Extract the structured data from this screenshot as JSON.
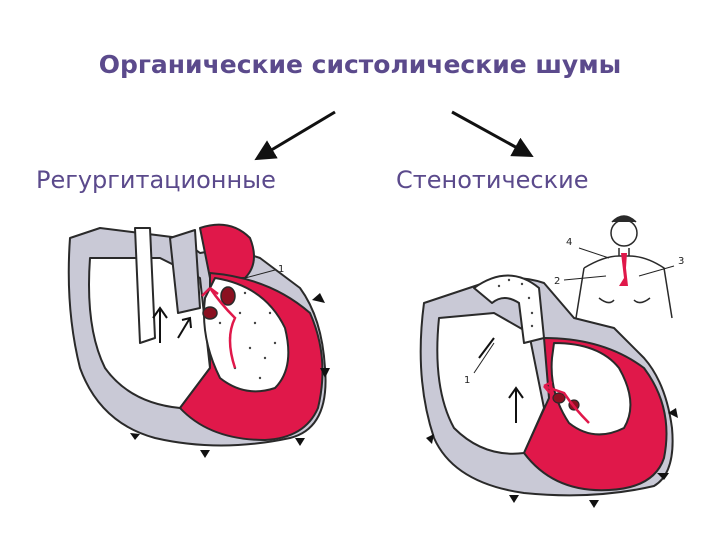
{
  "title": "Органические систолические шумы",
  "labels": {
    "left": "Регургитационные",
    "right": "Стенотические"
  },
  "diagram_left": {
    "callouts": [
      "1"
    ]
  },
  "diagram_right": {
    "callouts": [
      "1",
      "2",
      "3",
      "4"
    ]
  },
  "colors": {
    "text": "#5b4a8c",
    "blood": "#e0184a",
    "wall": "#c9c9d6",
    "outline": "#2a2a2a"
  }
}
